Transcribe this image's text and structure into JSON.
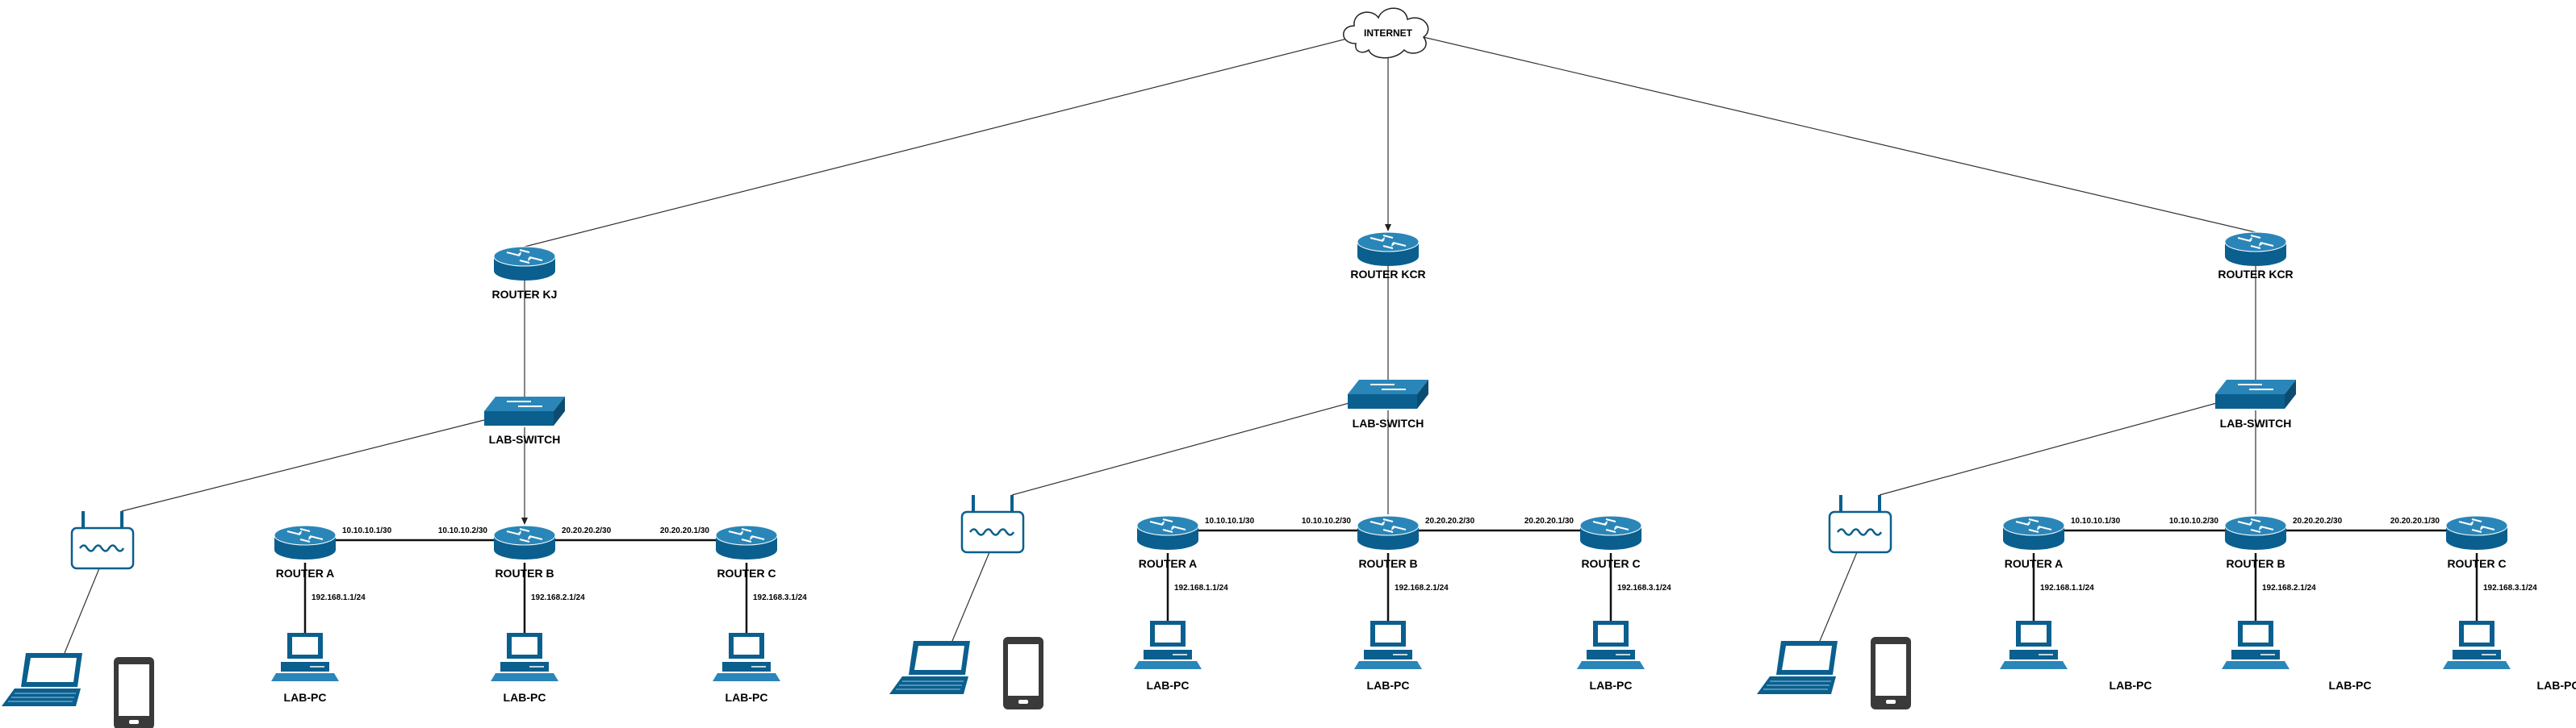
{
  "internet": {
    "label": "INTERNET"
  },
  "sites": [
    {
      "core_router": "ROUTER KJ",
      "switch": "LAB-SWITCH",
      "routers": [
        "ROUTER A",
        "ROUTER B",
        "ROUTER C"
      ],
      "links": [
        "10.10.10.1/30",
        "10.10.10.2/30",
        "20.20.20.2/30",
        "20.20.20.1/30"
      ],
      "lans": [
        "192.168.1.1/24",
        "192.168.2.1/24",
        "192.168.3.1/24"
      ],
      "pcs": [
        "LAB-PC",
        "LAB-PC",
        "LAB-PC"
      ]
    },
    {
      "core_router": "ROUTER KCR",
      "switch": "LAB-SWITCH",
      "routers": [
        "ROUTER A",
        "ROUTER B",
        "ROUTER C"
      ],
      "links": [
        "10.10.10.1/30",
        "10.10.10.2/30",
        "20.20.20.2/30",
        "20.20.20.1/30"
      ],
      "lans": [
        "192.168.1.1/24",
        "192.168.2.1/24",
        "192.168.3.1/24"
      ],
      "pcs": [
        "LAB-PC",
        "LAB-PC",
        "LAB-PC"
      ]
    },
    {
      "core_router": "ROUTER KCR",
      "switch": "LAB-SWITCH",
      "routers": [
        "ROUTER A",
        "ROUTER B",
        "ROUTER C"
      ],
      "links": [
        "10.10.10.1/30",
        "10.10.10.2/30",
        "20.20.20.2/30",
        "20.20.20.1/30"
      ],
      "lans": [
        "192.168.1.1/24",
        "192.168.2.1/24",
        "192.168.3.1/24"
      ],
      "pcs": [
        "LAB-PC",
        "LAB-PC",
        "LAB-PC"
      ]
    }
  ],
  "colors": {
    "device": "#0a5f8e",
    "device_light": "#2a86b8",
    "line": "#333333",
    "phone": "#3a3a3a"
  },
  "icons": [
    "cloud-icon",
    "router-icon",
    "switch-icon",
    "wireless-ap-icon",
    "laptop-icon",
    "phone-icon",
    "pc-icon"
  ]
}
